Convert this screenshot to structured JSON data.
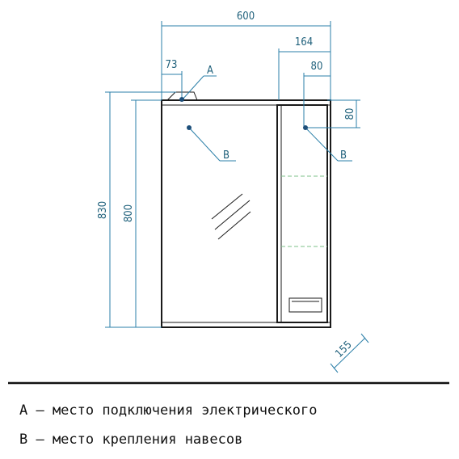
{
  "dimensions": {
    "total_width": "600",
    "right_section_width": "164",
    "socket_offset": "73",
    "right_hanger_offset": "80",
    "right_hanger_drop": "80",
    "total_height": "830",
    "body_height": "800",
    "depth": "155"
  },
  "callouts": {
    "socket": "A",
    "hanger_left": "B",
    "hanger_right": "B"
  },
  "legend": {
    "line_a": "A – место подключения электрического",
    "line_b": "B – место крепления навесов"
  },
  "colors": {
    "dimension": "#2b7fa8",
    "outline": "#1a1a1a",
    "shelf": "#7ec08a"
  }
}
